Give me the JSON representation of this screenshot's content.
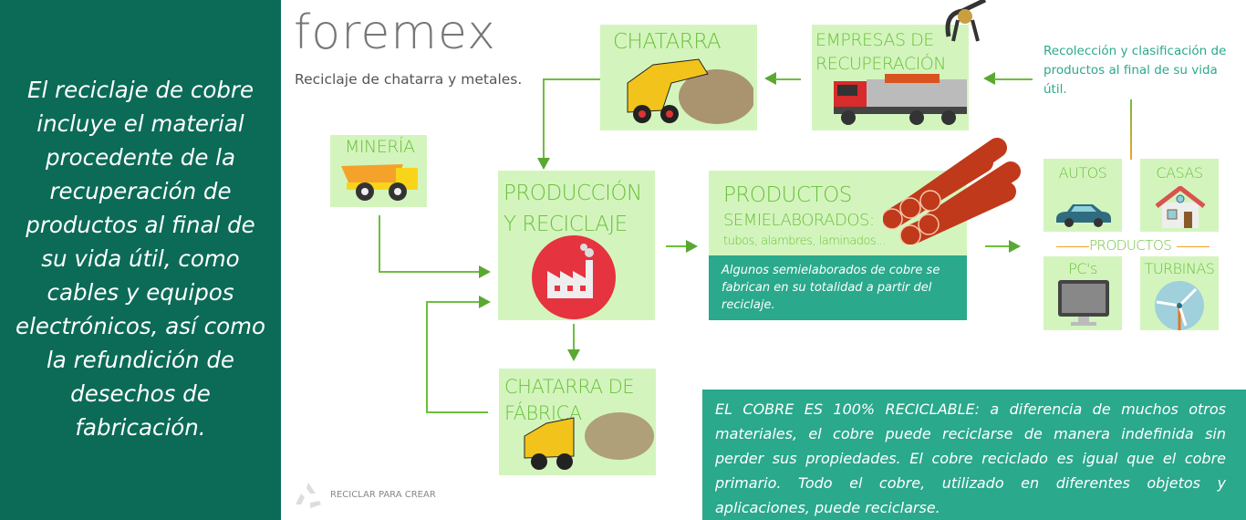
{
  "left_panel": {
    "text": "El reciclaje de cobre incluye el material procedente de la recuperación de productos al final de su vida útil, como cables y equipos electrónicos, así como la refundición de desechos de fabricación."
  },
  "logo": {
    "name": "foremex",
    "tagline": "Reciclaje de chatarra y metales."
  },
  "boxes": {
    "chatarra": "CHATARRA",
    "empresas_1": "EMPRESAS DE",
    "empresas_2": "RECUPERACIÓN",
    "mineria": "MINERÍA",
    "produccion_1": "PRODUCCIÓN",
    "produccion_2": "Y RECICLAJE",
    "productos_1": "PRODUCTOS",
    "productos_2": "SEMIELABORADOS:",
    "productos_3": "tubos, alambres, laminados...",
    "semielaborados_note": "Algunos semielaborados de cobre se fabrican en su totalidad a partir del reciclaje.",
    "chatarra_fabrica_1": "CHATARRA DE",
    "chatarra_fabrica_2": "FÁBRICA"
  },
  "recoleccion": "Recolección y clasificación de productos al final de su vida útil.",
  "products": {
    "title": "PRODUCTOS",
    "items": [
      "AUTOS",
      "CASAS",
      "PC's",
      "TURBINAS"
    ]
  },
  "footer": {
    "recycle_text": "RECICLAR PARA CREAR"
  },
  "note": "EL COBRE ES 100% RECICLABLE: a diferencia de muchos otros materiales, el cobre puede reciclarse de manera indefinida sin perder sus propiedades. El cobre reciclado es igual que el cobre primario. Todo el cobre, utilizado en diferentes objetos y aplicaciones, puede reciclarse.",
  "colors": {
    "dark_green": "#0b6b57",
    "box": "#d3f5bd",
    "accent": "#6cbf3d",
    "teal": "#2aa98c",
    "copper": "#c0391b"
  }
}
